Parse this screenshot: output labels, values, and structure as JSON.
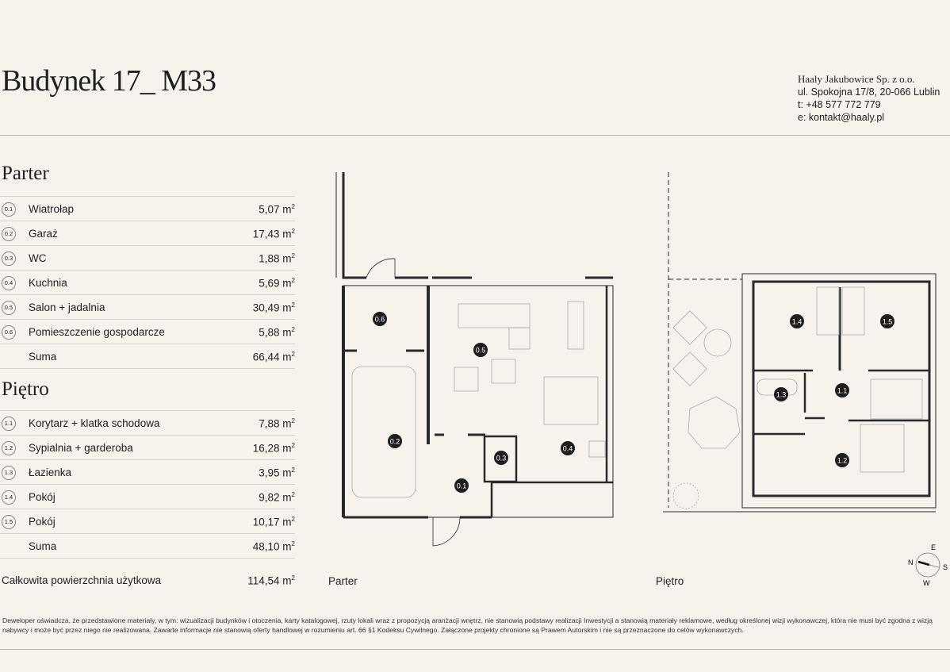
{
  "header": {
    "title": "Budynek 17_ M33",
    "company": "Haaly Jakubowice Sp. z o.o.",
    "address": "ul. Spokojna 17/8, 20-066 Lublin",
    "phone": "t: +48 577 772 779",
    "email": "e: kontakt@haaly.pl"
  },
  "parter": {
    "heading": "Parter",
    "rows": [
      {
        "num": "0.1",
        "name": "Wiatrołap",
        "area": "5,07 m",
        "unit": "2"
      },
      {
        "num": "0.2",
        "name": "Garaż",
        "area": "17,43 m",
        "unit": "2"
      },
      {
        "num": "0.3",
        "name": "WC",
        "area": "1,88 m",
        "unit": "2"
      },
      {
        "num": "0.4",
        "name": "Kuchnia",
        "area": "5,69 m",
        "unit": "2"
      },
      {
        "num": "0.5",
        "name": "Salon + jadalnia",
        "area": "30,49 m",
        "unit": "2"
      },
      {
        "num": "0.6",
        "name": "Pomieszczenie gospodarcze",
        "area": "5,88 m",
        "unit": "2"
      },
      {
        "num": "",
        "name": "Suma",
        "area": "66,44 m",
        "unit": "2"
      }
    ]
  },
  "pietro": {
    "heading": "Piętro",
    "rows": [
      {
        "num": "1.1",
        "name": "Korytarz + klatka schodowa",
        "area": "7,88 m",
        "unit": "2"
      },
      {
        "num": "1.2",
        "name": "Sypialnia + garderoba",
        "area": "16,28 m",
        "unit": "2"
      },
      {
        "num": "1.3",
        "name": "Łazienka",
        "area": "3,95 m",
        "unit": "2"
      },
      {
        "num": "1.4",
        "name": "Pokój",
        "area": "9,82 m",
        "unit": "2"
      },
      {
        "num": "1.5",
        "name": "Pokój",
        "area": "10,17 m",
        "unit": "2"
      },
      {
        "num": "",
        "name": "Suma",
        "area": "48,10 m",
        "unit": "2"
      }
    ]
  },
  "total": {
    "label": "Całkowita powierzchnia użytkowa",
    "area": "114,54 m",
    "unit": "2"
  },
  "plans": {
    "parter_label": "Parter",
    "pietro_label": "Piętro",
    "parter_rooms": [
      "0.1",
      "0.2",
      "0.3",
      "0.4",
      "0.5",
      "0.6"
    ],
    "pietro_rooms": [
      "1.1",
      "1.2",
      "1.3",
      "1.4",
      "1.5"
    ]
  },
  "compass": {
    "n": "N",
    "e": "E",
    "s": "S",
    "w": "W"
  },
  "disclaimer": "Deweloper oświadcza, że przedstawione materiały, w tym: wizualizacji budynków i otoczenia, karty katalogowej, rzuty lokali wraz z propozycją aranżacji wnętrz, nie stanowią podstawy realizacji Inwestycji a stanowią materiały reklamowe, według określonej wizji wykonawczej, która nie musi być zgodna z wizją nabywcy i może być przez niego nie realizowana. Zawarte informacje nie stanowią oferty handlowej w rozumieniu art. 66 §1 Kodeksu Cywilnego. Załączone projekty chronione są Prawem Autorskim i nie są przeznaczone do celów wykonawczych."
}
